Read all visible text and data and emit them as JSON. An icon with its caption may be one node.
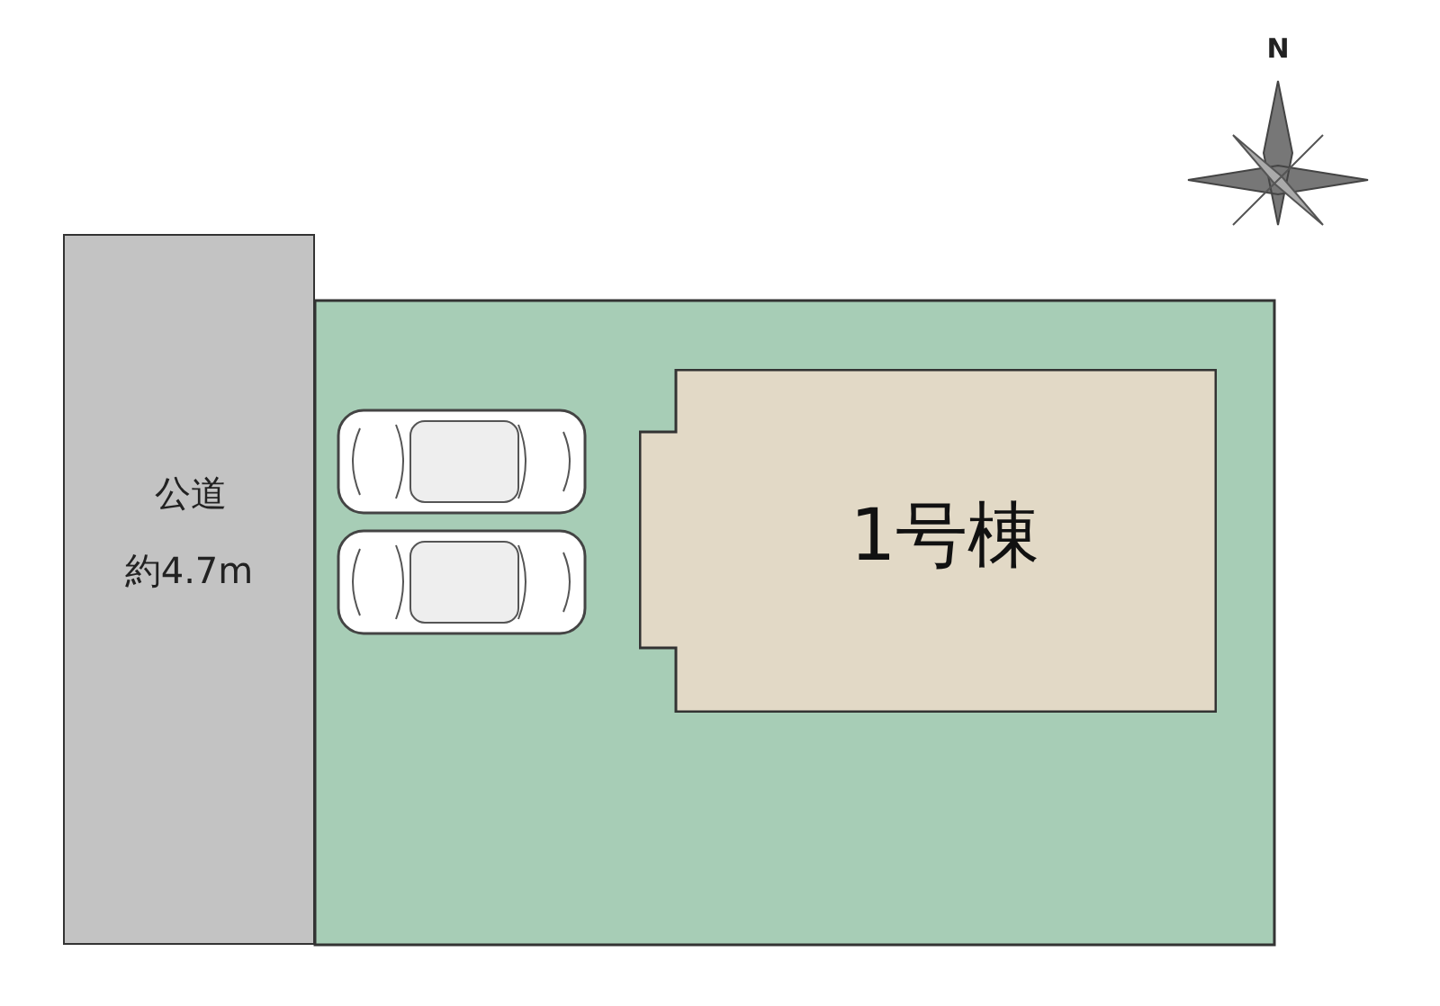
{
  "diagram": {
    "nodes": [
      {
        "text": [
          "公道"
        ]
      },
      {
        "text": [
          "1号棟"
        ]
      }
    ],
    "labels": [
      "N",
      "約4.7m"
    ]
  }
}
